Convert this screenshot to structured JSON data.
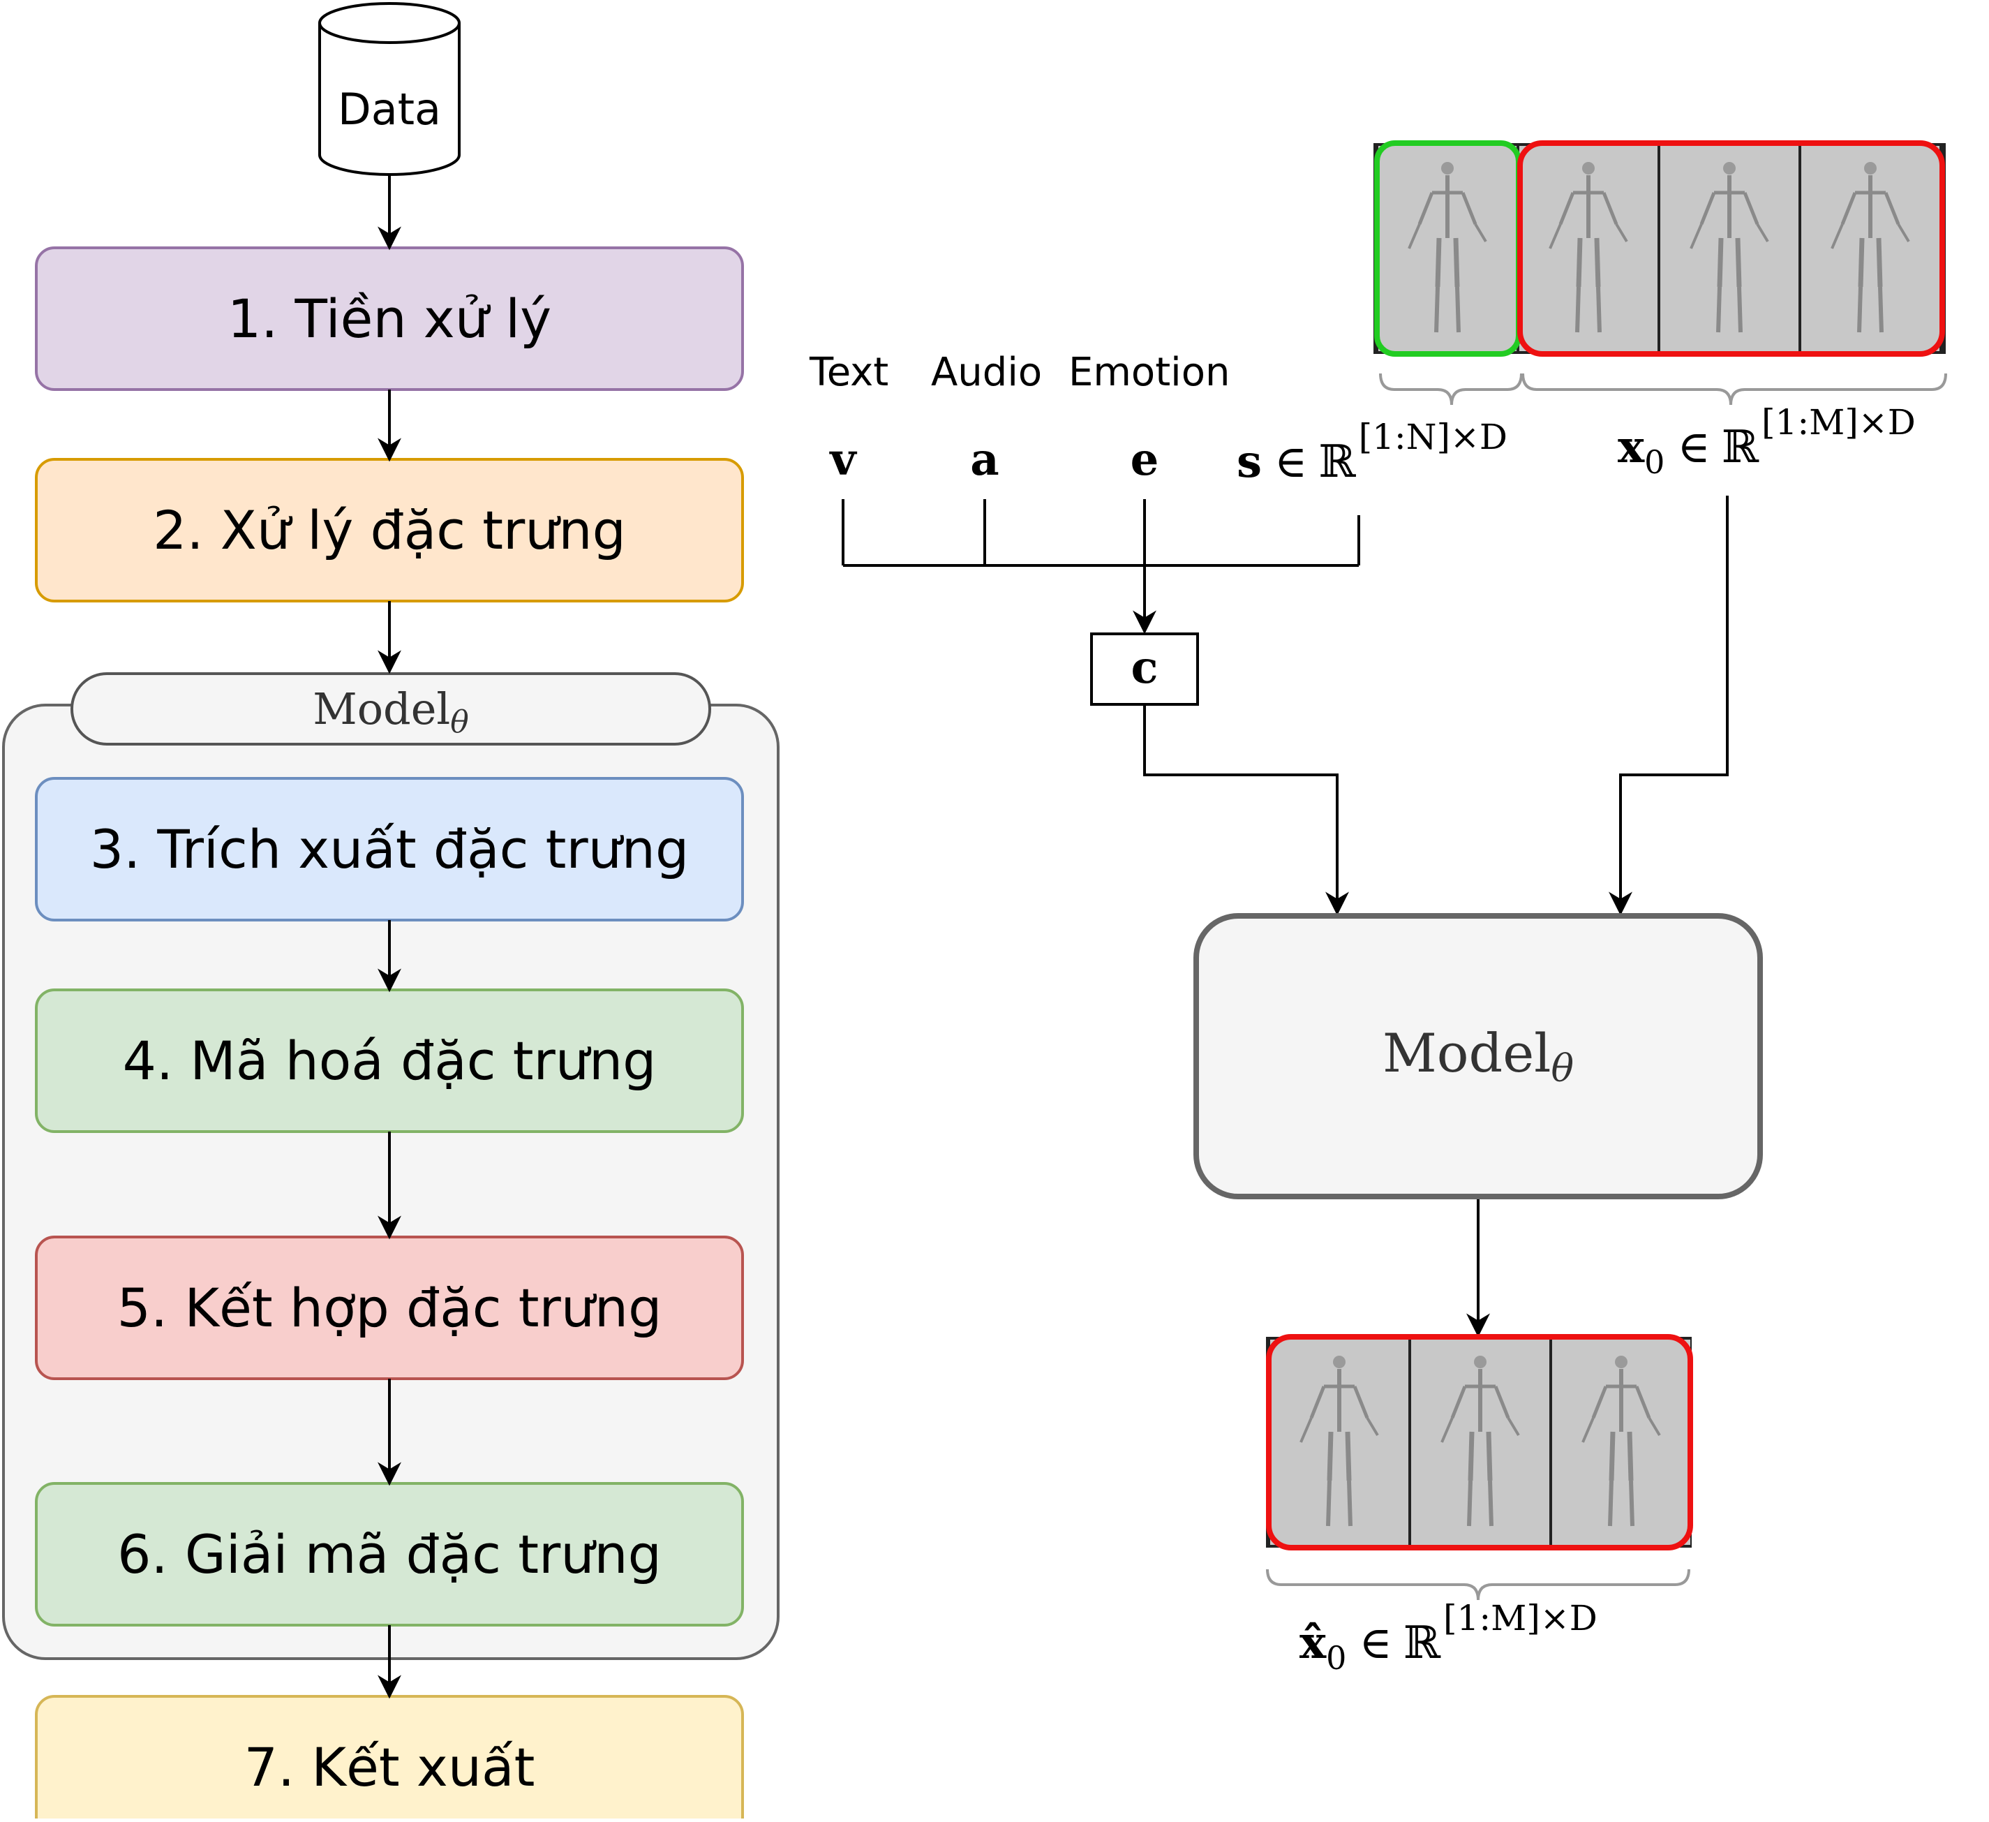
{
  "pipeline": {
    "data_label": "Data",
    "model_group_label": "Model",
    "model_group_subscript": "θ",
    "steps": [
      {
        "label": "1. Tiền xử lý",
        "fill": "#e1d5e7",
        "stroke": "#9673a6"
      },
      {
        "label": "2. Xử lý đặc trưng",
        "fill": "#ffe6cc",
        "stroke": "#d79b00"
      },
      {
        "label": "3. Trích xuất đặc trưng",
        "fill": "#dae8fc",
        "stroke": "#6c8ebf"
      },
      {
        "label": "4. Mã hoá đặc trưng",
        "fill": "#d5e8d4",
        "stroke": "#82b366"
      },
      {
        "label": "5. Kết hợp đặc trưng",
        "fill": "#f8cecc",
        "stroke": "#b85450"
      },
      {
        "label": "6. Giải mã đặc trưng",
        "fill": "#d5e8d4",
        "stroke": "#82b366"
      },
      {
        "label": "7. Kết xuất",
        "fill": "#fff2cc",
        "stroke": "#d6b656"
      }
    ]
  },
  "architecture": {
    "inputs": {
      "text_label": "Text",
      "audio_label": "Audio",
      "emotion_label": "Emotion",
      "v": "v",
      "a": "a",
      "e": "e",
      "s": "s",
      "x0": "x",
      "x0_subscript": "0",
      "in": "∈",
      "reals": "ℝ",
      "s_superscript": "[1:N]×D",
      "x0_superscript": "[1:M]×D"
    },
    "condition_label": "c",
    "model_label": "Model",
    "model_subscript": "θ",
    "output": {
      "symbol": "x̂",
      "subscript": "0",
      "in": "∈",
      "reals": "ℝ",
      "superscript": "[1:M]×D"
    },
    "frame_colors": {
      "seed_highlight": "#22cc22",
      "target_highlight": "#ee1111",
      "frame_background": "#c8c8c8"
    }
  }
}
